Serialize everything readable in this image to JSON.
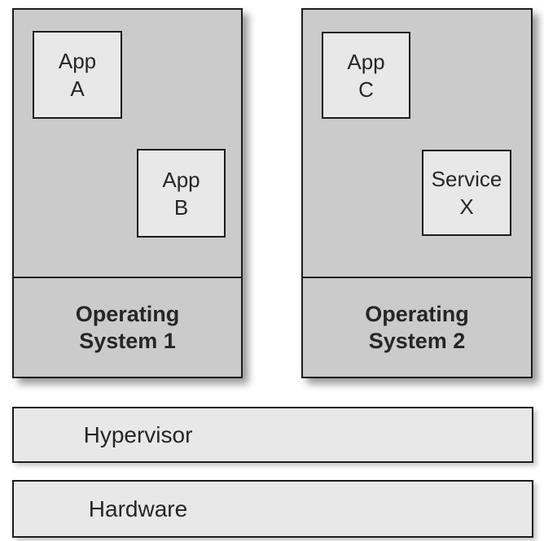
{
  "diagram": {
    "type": "virtualization-architecture",
    "vms": [
      {
        "name_line1": "Operating",
        "name_line2": "System 1",
        "apps": [
          {
            "line1": "App",
            "line2": "A"
          },
          {
            "line1": "App",
            "line2": "B"
          }
        ]
      },
      {
        "name_line1": "Operating",
        "name_line2": "System 2",
        "apps": [
          {
            "line1": "App",
            "line2": "C"
          },
          {
            "line1": "Service",
            "line2": "X"
          }
        ]
      }
    ],
    "layers": [
      {
        "label": "Hypervisor"
      },
      {
        "label": "Hardware"
      }
    ],
    "colors": {
      "background": "#ffffff",
      "vm_fill": "#cbcbcb",
      "app_fill": "#e8e8e8",
      "layer_fill": "#e8e8e8",
      "border": "#1c1c1c",
      "text": "#262626"
    }
  }
}
